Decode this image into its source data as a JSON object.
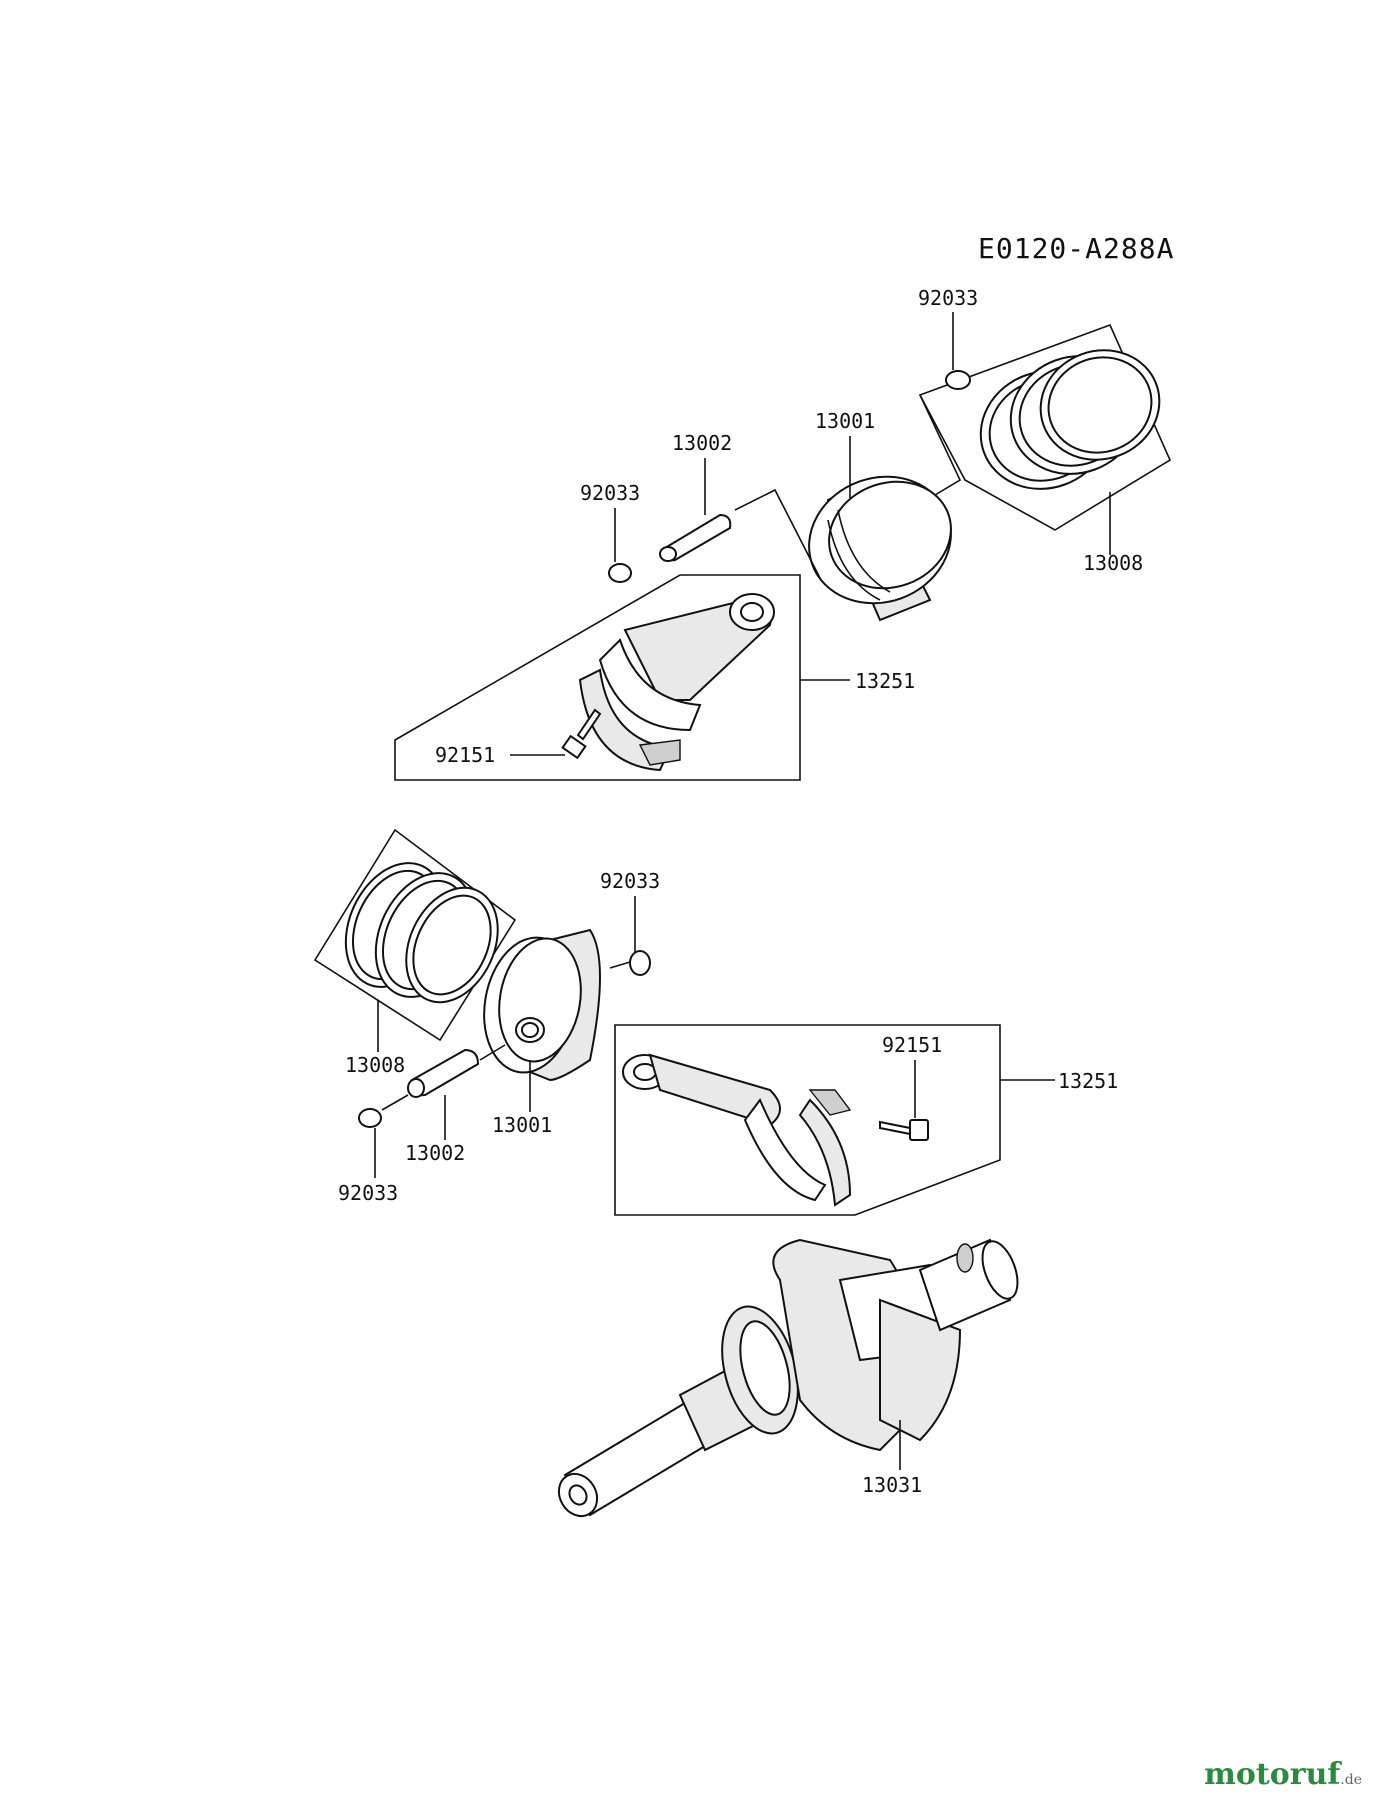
{
  "diagram_code": "E0120-A288A",
  "labels": {
    "top_ring_circlip": "92033",
    "top_piston": "13001",
    "top_pin": "13002",
    "top_pin_circlip": "92033",
    "top_rings": "13008",
    "top_conrod": "13251",
    "top_bolt": "92151",
    "bottom_rings": "13008",
    "bottom_circlip_right": "92033",
    "bottom_piston": "13001",
    "bottom_pin": "13002",
    "bottom_circlip_left": "92033",
    "bottom_bolt": "92151",
    "bottom_conrod": "13251",
    "crankshaft": "13031"
  },
  "watermark": {
    "brand": "motoruf",
    "tld": ".de"
  }
}
